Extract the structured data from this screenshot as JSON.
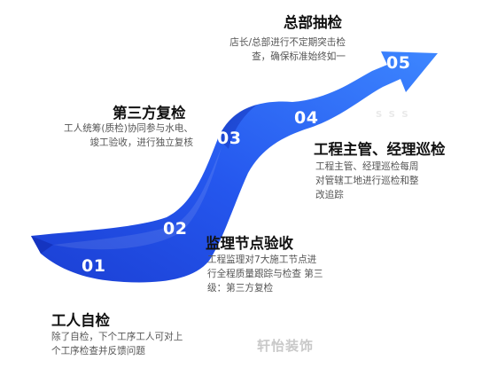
{
  "steps": [
    {
      "num": "01",
      "title": "工人自检",
      "desc": [
        "除了自检，下个工序工人可对上",
        "个工序检查并反馈问题"
      ]
    },
    {
      "num": "02",
      "title": "监理节点验收",
      "desc": [
        "工程监理对7大施工节点进",
        "行全程质量跟踪与检查 第三",
        "级：第三方复检"
      ]
    },
    {
      "num": "03",
      "title": "第三方复检",
      "desc": [
        "工人统筹(质检)协同参与水电、",
        "竣工验收，进行独立复核"
      ]
    },
    {
      "num": "04",
      "title": "工程主管、经理巡检",
      "desc": [
        "工程主管、经理巡检每周",
        "对管辖工地进行巡检和整",
        "改追踪"
      ]
    },
    {
      "num": "05",
      "title": "总部抽检",
      "desc": [
        "店长/总部进行不定期突击检",
        "查，确保标准始终如一"
      ]
    }
  ],
  "watermark": {
    "brand": "轩怡装饰",
    "faint": "S S S"
  },
  "colors": {
    "arrow_dark": "#1a3fd6",
    "arrow_light": "#3f8cff",
    "text_dark": "#111111",
    "text_gray": "#555555"
  }
}
